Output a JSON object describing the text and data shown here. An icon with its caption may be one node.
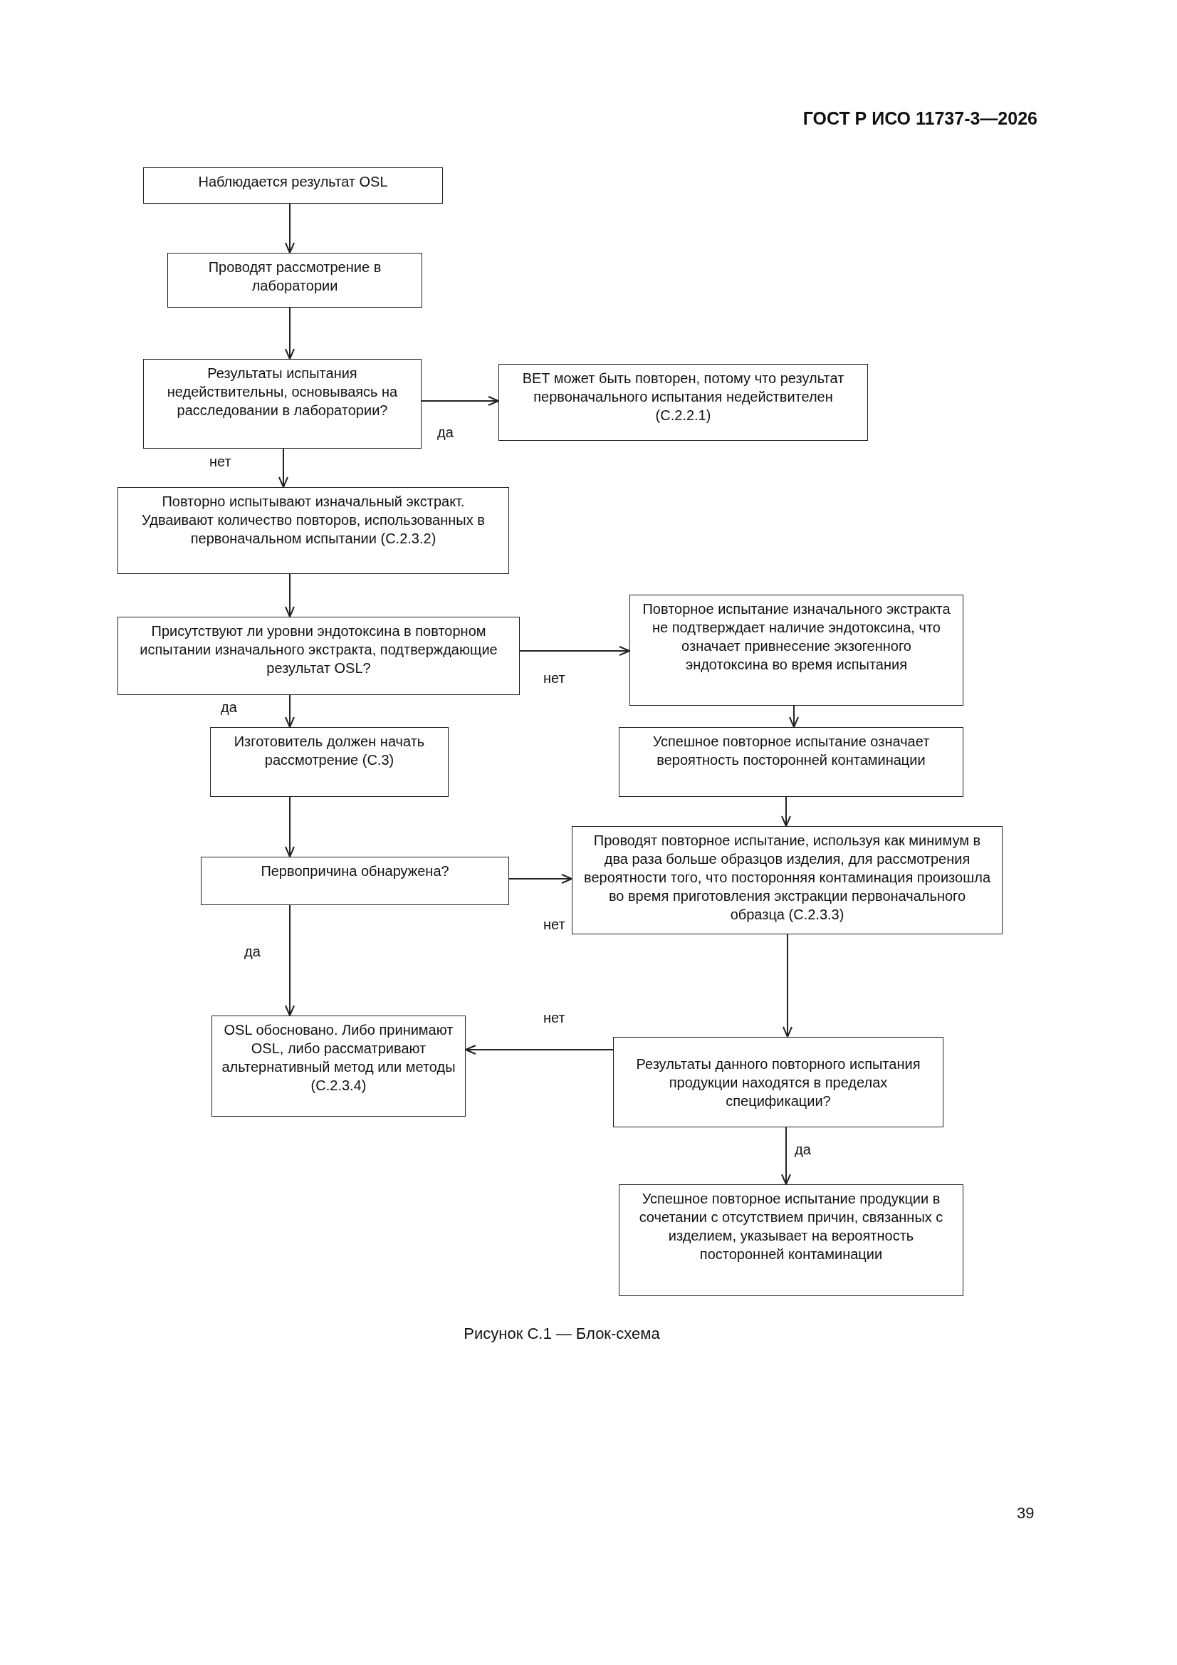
{
  "diagram": {
    "title": "ГОСТ Р ИСО 11737-3—2026",
    "caption": "Рисунок С.1 — Блок-схема",
    "nodes": [
      {
        "text": [
          "Наблюдается результат OSL"
        ]
      },
      {
        "text": [
          "Проводят рассмотрение в лаборатории"
        ]
      },
      {
        "text": [
          "Результаты испытания недействительны, основываясь на расследовании в лаборатории?"
        ]
      },
      {
        "text": [
          "BET может быть повторен, потому что результат первоначального испытания недействителен (С.2.2.1)"
        ]
      },
      {
        "text": [
          "Повторно испытывают изначальный экстракт. Удваивают количество повторов, использованных в первоначальном испытании (С.2.3.2)"
        ]
      },
      {
        "text": [
          "Присутствуют ли уровни эндотоксина в повторном испытании изначального экстракта, подтверждающие результат OSL?"
        ]
      },
      {
        "text": [
          "Повторное испытание изначального экстракта не подтверждает наличие эндотоксина, что означает привнесение экзогенного эндотоксина во время испытания"
        ]
      },
      {
        "text": [
          "Изготовитель должен начать рассмотрение (С.3)"
        ]
      },
      {
        "text": [
          "Успешное повторное испытание означает вероятность посторонней контаминации"
        ]
      },
      {
        "text": [
          "Первопричина обнаружена?"
        ]
      },
      {
        "text": [
          "Проводят повторное испытание, используя как минимум в два раза больше образцов изделия, для рассмотрения вероятности того, что посторонняя контаминация произошла во время приготовления экстракции первоначального образца  (С.2.3.3)"
        ]
      },
      {
        "text": [
          "OSL обосновано. Либо принимают OSL, либо рассматривают альтернативный метод или методы (С.2.3.4)"
        ]
      },
      {
        "text": [
          "Результаты данного повторного испытания продукции находятся в  пределах спецификации?"
        ]
      },
      {
        "text": [
          "Успешное повторное испытание продукции в сочетании с отсутствием причин, связанных с изделием, указывает на вероятность посторонней контаминации"
        ]
      }
    ],
    "edges": [
      {
        "from": 0,
        "to": 1,
        "arrow": "to"
      },
      {
        "from": 1,
        "to": 2,
        "arrow": "to"
      },
      {
        "from": 2,
        "to": 3,
        "arrow": "to",
        "label": "да"
      },
      {
        "from": 2,
        "to": 4,
        "arrow": "to",
        "label": "нет"
      },
      {
        "from": 4,
        "to": 5,
        "arrow": "to"
      },
      {
        "from": 5,
        "to": 6,
        "arrow": "to",
        "label": "нет"
      },
      {
        "from": 5,
        "to": 7,
        "arrow": "to",
        "label": "да"
      },
      {
        "from": 6,
        "to": 8,
        "arrow": "to"
      },
      {
        "from": 8,
        "to": 10,
        "arrow": "to"
      },
      {
        "from": 7,
        "to": 9,
        "arrow": "to"
      },
      {
        "from": 9,
        "to": 10,
        "arrow": "to",
        "label": "нет"
      },
      {
        "from": 9,
        "to": 11,
        "arrow": "to",
        "label": "да"
      },
      {
        "from": 10,
        "to": 12,
        "arrow": "to"
      },
      {
        "from": 12,
        "to": 11,
        "arrow": "to",
        "label": "нет"
      },
      {
        "from": 12,
        "to": 13,
        "arrow": "to",
        "label": "да"
      }
    ],
    "labels": [
      "39"
    ]
  }
}
